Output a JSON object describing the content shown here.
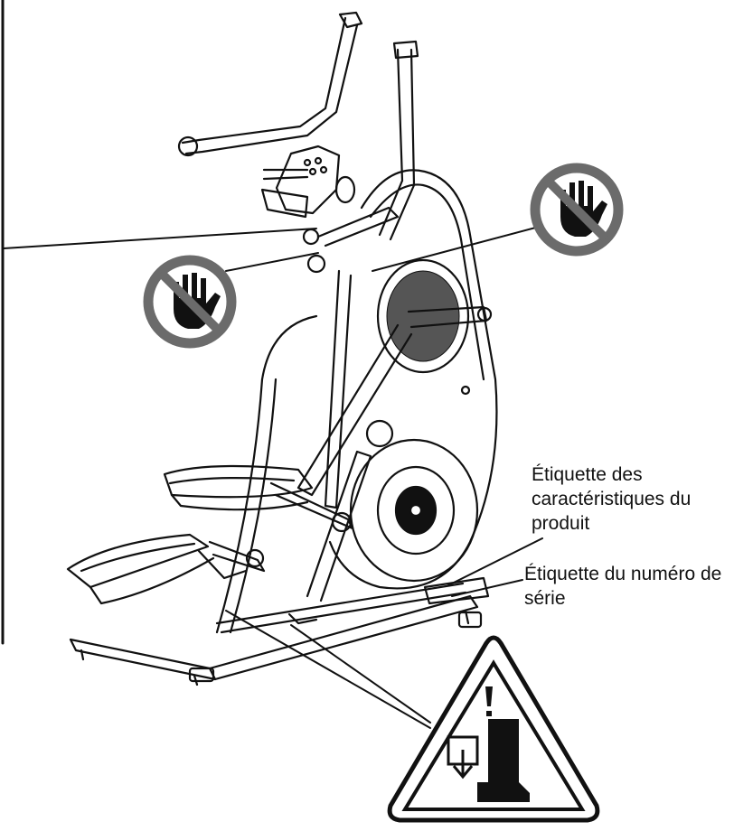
{
  "labels": {
    "product_label": [
      "Étiquette des",
      "caractéristiques du",
      "produit"
    ],
    "serial_label": [
      "Étiquette du numéro de",
      "série"
    ]
  },
  "icons": {
    "warning_hand_left": "no-hand-icon",
    "warning_hand_right": "no-hand-icon",
    "crush_warning": "foot-crush-warning-icon"
  },
  "colors": {
    "line": "#111111",
    "icon_fill": "#111111",
    "prohibition": "#6b6b6b",
    "background": "#ffffff"
  }
}
